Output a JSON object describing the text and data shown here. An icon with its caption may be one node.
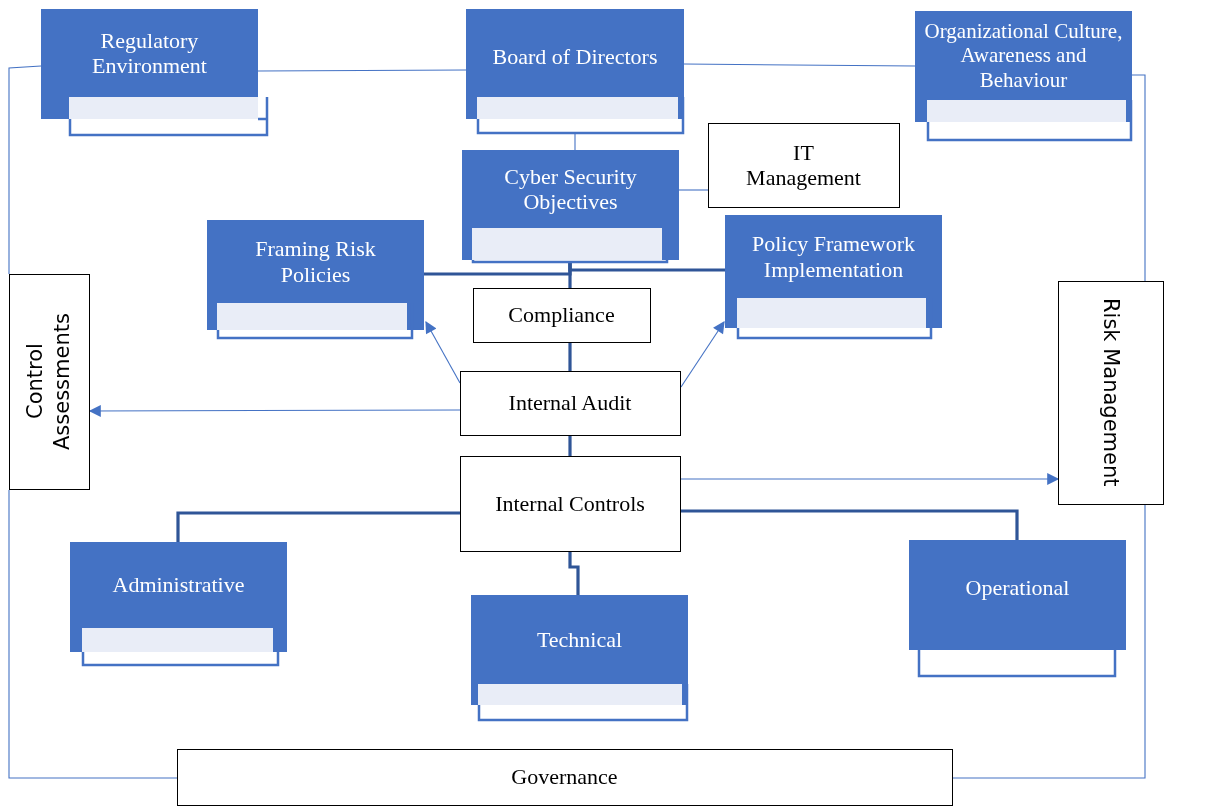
{
  "diagram": {
    "nodes": [
      {
        "text": [
          "Regulatory Environment"
        ]
      },
      {
        "text": [
          "Board of Directors"
        ]
      },
      {
        "text": [
          "Organizational Culture, Awareness and Behaviour"
        ]
      },
      {
        "text": [
          "IT Management"
        ]
      },
      {
        "text": [
          "Cyber Security Objectives"
        ]
      },
      {
        "text": [
          "Framing Risk Policies"
        ]
      },
      {
        "text": [
          "Policy Framework Implementation"
        ]
      },
      {
        "text": [
          "Compliance"
        ]
      },
      {
        "text": [
          "Internal Audit"
        ]
      },
      {
        "text": [
          "Control Assessments"
        ]
      },
      {
        "text": [
          "Risk Management"
        ]
      },
      {
        "text": [
          "Internal Controls"
        ]
      },
      {
        "text": [
          "Administrative"
        ]
      },
      {
        "text": [
          "Technical"
        ]
      },
      {
        "text": [
          "Operational"
        ]
      },
      {
        "text": [
          "Governance"
        ]
      }
    ],
    "edges": [
      {
        "from": 0,
        "to": 1,
        "arrow": "none"
      },
      {
        "from": 1,
        "to": 2,
        "arrow": "none"
      },
      {
        "from": 1,
        "to": 4,
        "arrow": "none"
      },
      {
        "from": 4,
        "to": 3,
        "arrow": "none"
      },
      {
        "from": 4,
        "to": 7,
        "arrow": "none",
        "style": "thick"
      },
      {
        "from": 4,
        "to": 5,
        "arrow": "none",
        "style": "thick"
      },
      {
        "from": 4,
        "to": 6,
        "arrow": "none",
        "style": "thick"
      },
      {
        "from": 7,
        "to": 8,
        "arrow": "none",
        "style": "thick"
      },
      {
        "from": 8,
        "to": 5,
        "arrow": "to"
      },
      {
        "from": 8,
        "to": 6,
        "arrow": "to"
      },
      {
        "from": 8,
        "to": 9,
        "arrow": "to"
      },
      {
        "from": 8,
        "to": 11,
        "arrow": "none",
        "style": "thick"
      },
      {
        "from": 11,
        "to": 10,
        "arrow": "to"
      },
      {
        "from": 11,
        "to": 12,
        "arrow": "none",
        "style": "thick"
      },
      {
        "from": 11,
        "to": 13,
        "arrow": "none",
        "style": "thick"
      },
      {
        "from": 11,
        "to": 14,
        "arrow": "none",
        "style": "thick"
      },
      {
        "from": 0,
        "to": 9,
        "arrow": "none"
      },
      {
        "from": 9,
        "to": 15,
        "arrow": "none"
      },
      {
        "from": 2,
        "to": 10,
        "arrow": "none"
      },
      {
        "from": 10,
        "to": 15,
        "arrow": "none"
      }
    ]
  }
}
